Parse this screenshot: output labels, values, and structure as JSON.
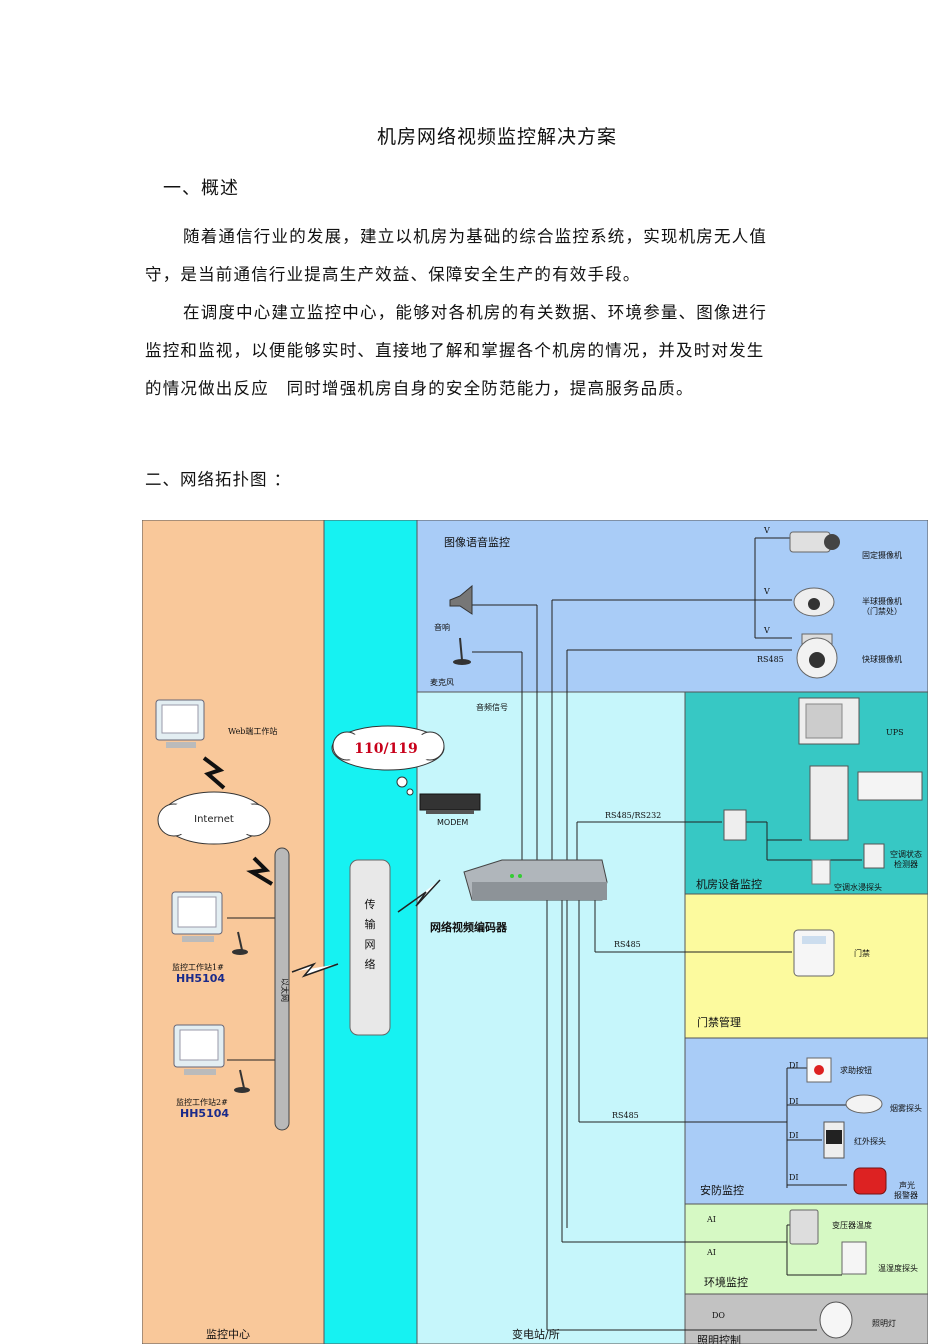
{
  "doc": {
    "title": "机房网络视频监控解决方案",
    "section1": "一、概述",
    "para1_line1": "随着通信行业的发展，建立以机房为基础的综合监控系统，实现机房无人值",
    "para1_line2": "守，是当前通信行业提高生产效益、保障安全生产的有效手段。",
    "para2_line1": "在调度中心建立监控中心，能够对各机房的有关数据、环境参量、图像进行",
    "para2_line2": "监控和监视，以便能够实时、直接地了解和掌握各个机房的情况，并及时对发生",
    "para2_line3": "的情况做出反应　同时增强机房自身的安全防范能力，提高服务品质。",
    "section2": "二、网络拓扑图 ："
  },
  "diagram": {
    "zones": {
      "monitor_center": "监控中心",
      "substation": "变电站/所",
      "image_audio": "图像语音监控",
      "room_equipment": "机房设备监控",
      "access_control": "门禁管理",
      "security": "安防监控",
      "environment": "环境监控",
      "lighting": "照明控制"
    },
    "labels": {
      "web_station": "Web端工作站",
      "internet": "Internet",
      "station1": "监控工作站1#",
      "station1_model": "HH5104",
      "station2": "监控工作站2#",
      "station2_model": "HH5104",
      "ethernet": "以太网",
      "transport_net": "传输网络",
      "emergency": "110/119",
      "modem": "MODEM",
      "encoder": "网络视频编码器",
      "speaker": "音响",
      "microphone": "麦克风",
      "audio_signal": "音频信号",
      "fixed_camera": "固定摄像机",
      "dome_camera": "半球摄像机",
      "dome_camera_sub": "（门禁处）",
      "speed_dome": "快球摄像机",
      "ups": "UPS",
      "ac_detector": "空调状态",
      "ac_detector2": "检测器",
      "ac_leak": "空调水浸探头",
      "door": "门禁",
      "help_button": "求助按钮",
      "smoke": "烟雾探头",
      "infrared": "红外探头",
      "alarm": "声光",
      "alarm2": "报警器",
      "transformer_temp": "变压器温度",
      "temp_humidity": "温湿度探头",
      "lamp": "照明灯",
      "v": "V",
      "rs485": "RS485",
      "rs485_232": "RS485/RS232",
      "di": "DI",
      "ai": "AI",
      "do": "DO"
    },
    "colors": {
      "monitor_center": "#f9c89a",
      "transport": "#16f2f2",
      "image_audio": "#a9ccf7",
      "substation": "#c6f6fb",
      "room_equipment": "#37c8c4",
      "access_control": "#fcfa9e",
      "security": "#a9ccf7",
      "environment": "#d6f9c4",
      "lighting": "#c2c2c2"
    }
  }
}
